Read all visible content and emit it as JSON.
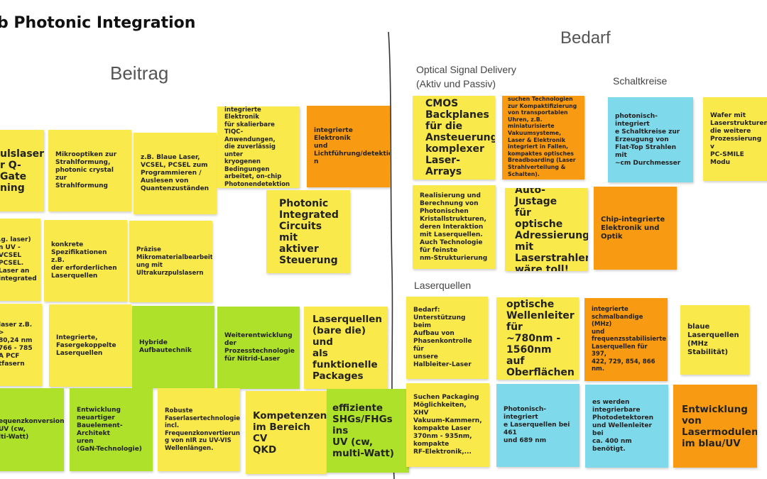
{
  "title": "b Photonic Integration",
  "headings": {
    "beitrag": "Beitrag",
    "bedarf": "Bedarf",
    "optical": "Optical Signal Delivery\n(Aktiv und Passiv)",
    "schaltkreise": "Schaltkreise",
    "laserquellen": "Laserquellen"
  },
  "notes": {
    "n01": "ulslaser\nr Q-Gate\nning",
    "n02": "Mikrooptiken zur\nStrahlformung,\nphotonic crystal zur\nStrahlformung",
    "n03": "z.B. Blaue Laser,\nVCSEL, PCSEL zum\nProgrammieren /\nAuslesen von\nQuantenzuständen",
    "n04": "integrierte Elektronik\nfür skalierbare\nTIQC-Anwendungen,\ndie zuverlässig unter\nkryogenen\nBedingungen\narbeitet, on-chip\nPhotonendetektion",
    "n05": "integrierte Elektronik\nund\nLichtführung/detektio\nn",
    "n06": "Photonic\nIntegrated\nCircuits mit\naktiver\nSteuerung",
    "n07": ".g. laser)\nn UV -\nVCSEL\nPCSEL.\nLaser an\nintegrated",
    "n08": "konkrete\nSpezifikationen z.B.\nder erforderlichen\nLaserquellen",
    "n09": "Präzise\nMikromaterialbearbeit\nung mit\nUltrakurzpulslasern",
    "n10": "laser z.B. >\n80,24 nm\n766 - 785\nA PCF\ntfasern",
    "n11": "Integrierte,\nFasergekoppelte\nLaserquellen",
    "n12": "Hybride\nAufbautechnik",
    "n13": "Weiterentwicklung\nder\nProzesstechnologie\nfür Nitrid-Laser",
    "n14": "Laserquellen\n(bare die) und\nals\nfunktionelle\nPackages",
    "n15": "equenzkonversion\nUV (cw,\nlti-Watt)",
    "n16": "Entwicklung\nneuartiger\nBauelement-Architekt\nuren\n(GaN-Technologie)",
    "n17": "Robuste\nFaserlasertechnologie\nincl.\nFrequenzkonvertierun\ng von nIR zu UV-VIS\nWellenlängen.",
    "n18": "Kompetenzen\nim Bereich CV\nQKD",
    "n19": "effiziente\nSHGs/FHGs ins\nUV (cw,\nmulti-Watt)",
    "n20": "CMOS\nBackplanes\nfür die\nAnsteuerung\nkomplexer\nLaser-Arrays",
    "n21": "suchen Technologien\nzur Kompaktifizierung\nvon transportablen\nUhren, z.B.\nminiaturisierte\nVakuumsysteme,\nLaser & Elektronik\nintegriert in Fallen,\nkompaktes optisches\nBreadboarding (Laser\nStrahlverteilung &\nSchalten).",
    "n22": "photonisch-integriert\ne Schaltkreise zur\nErzeugung von\nFlat-Top Strahlen mit\n~cm Durchmesser",
    "n23": "Wafer mit\nLaserstrukturen\ndie weitere\nProzessierung v\nPC-SMILE Modu",
    "n24": "Realisierung und\nBerechnung von\nPhotonischen\nKristallstrukturen,\nderen Interaktion\nmit Laserquellen.\nAuch Technologie\nfür feinste\nnm-Strukturierung",
    "n25": "Auto-Justage\nfür optische\nAdressierung\nmit\nLaserstrahlen\nwäre toll!",
    "n26": "Chip-integrierte\nElektronik und\nOptik",
    "n27": "Bedarf:\nUnterstützung beim\nAufbau von\nPhasenkontrolle für\nunsere\nHalbleiter-Laser",
    "n28": "optische\nWellenleiter\nfür ~780nm -\n1560nm auf\nOberflächen",
    "n29": "integrierte\nschmalbandige (MHz)\nund\nfrequenzsstabilisierte\nLaserquellen für 397,\n422, 729, 854, 866 nm.",
    "n30": "blaue\nLaserquellen\n(MHz\nStabilität)",
    "n31": "Suchen Packaging\nMöglichkeiten, XHV\nVakuum-Kammern,\nkompakte Laser\n370nm - 935nm,\nkompakte\nRF-Elektronik,...",
    "n32": "Photonisch-integriert\ne Laserquellen bei 461\nund 689 nm",
    "n33": "es werden\nintegrierbare\nPhotodetektoren\nund Wellenleiter bei\nca. 400 nm\nbenötigt.",
    "n34": "Entwicklung\nvon\nLasermodulen\nim blau/UV"
  },
  "colors": {
    "yellow": "#f9e94a",
    "orange": "#f89a12",
    "green": "#aee12a",
    "cyan": "#7ed9ea"
  }
}
